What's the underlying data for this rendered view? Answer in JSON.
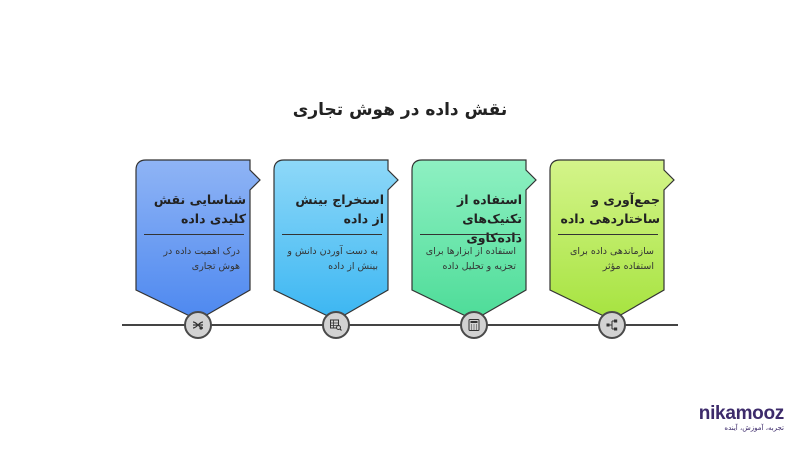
{
  "title": "نقش داده در هوش تجاری",
  "steps": [
    {
      "title": "شناسایی نقش کلیدی داده",
      "description": "درک اهمیت داده در هوش تجاری",
      "icon": "network-flow-icon",
      "color_top": "#8fb4f5",
      "color_bottom": "#4d88f0"
    },
    {
      "title": "استخراج بینش از داده",
      "description": "به دست آوردن دانش و بینش از داده",
      "icon": "table-search-icon",
      "color_top": "#8ed8f8",
      "color_bottom": "#3bb6f2"
    },
    {
      "title": "استفاده از تکنیک‌های داده‌کاوی",
      "description": "استفاده از ابزارها برای تجزیه و تحلیل داده",
      "icon": "calculator-icon",
      "color_top": "#8ef0c2",
      "color_bottom": "#4ddc98"
    },
    {
      "title": "جمع‌آوری و ساختاردهی داده",
      "description": "سازماندهی داده برای استفاده مؤثر",
      "icon": "data-structure-icon",
      "color_top": "#d4f48a",
      "color_bottom": "#a6e33f"
    }
  ],
  "logo": {
    "name": "nikamooz",
    "tagline": "تجربه، آموزش، آینده"
  }
}
